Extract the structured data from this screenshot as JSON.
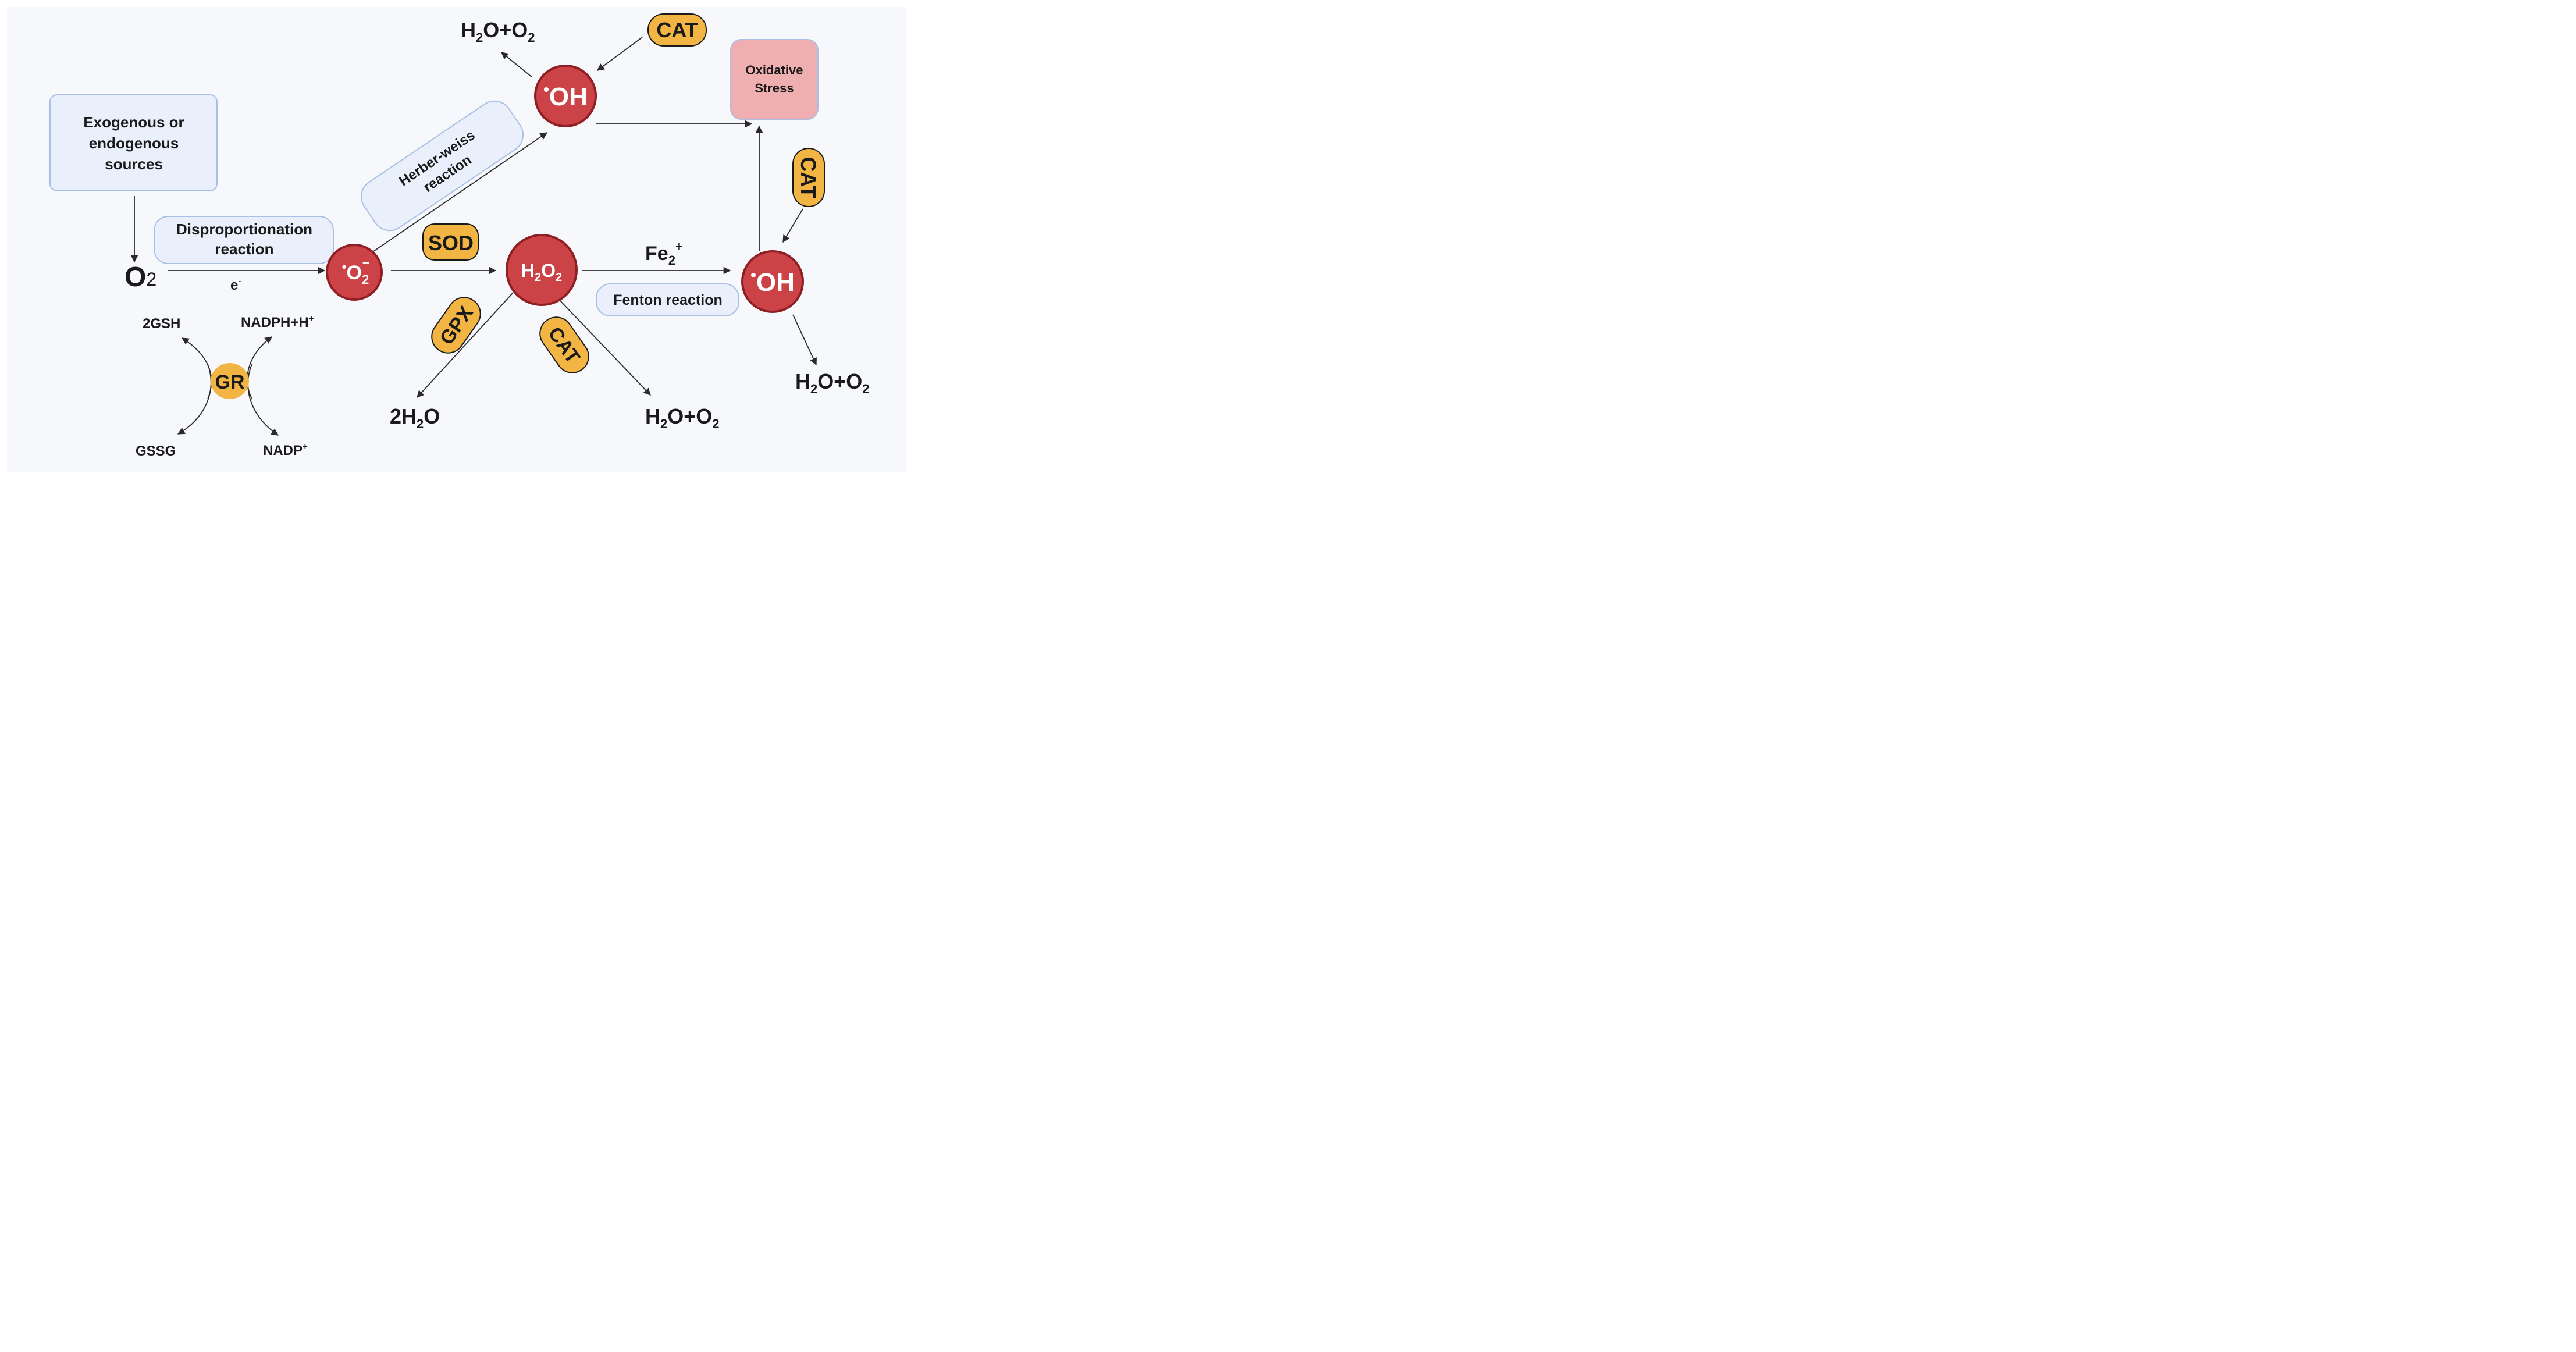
{
  "colors": {
    "background": "#ffffff",
    "panel": "#f6f8fc",
    "radical_node": "#cc4347",
    "radical_node_border": "#8e2024",
    "enzyme_pill": "#f2b544",
    "enzyme_pill_border": "#1a1a1a",
    "info_box_fill": "#e9f0fb",
    "info_box_border": "#a9bfe6",
    "stress_box_fill": "#efaeb0",
    "stress_box_border": "#a9bfe6",
    "arrow": "#2b2b2b"
  },
  "sources_box": {
    "lines": [
      "Exogenous or",
      "endogenous",
      "sources"
    ]
  },
  "stress_box": {
    "lines": [
      "Oxidative",
      "Stress"
    ]
  },
  "disproportionation_box": {
    "lines": [
      "Disproportionation",
      "reaction"
    ]
  },
  "herber_weiss_box": {
    "lines": [
      "Herber-weiss",
      "reaction"
    ]
  },
  "fenton_box": {
    "label": "Fenton reaction"
  },
  "species": {
    "oxygen": {
      "base": "O",
      "sub": "2"
    },
    "superoxide": {
      "base": "O",
      "sub": "2",
      "sup": "−",
      "dot": "•"
    },
    "peroxide": {
      "h": "H",
      "h_sub": "2",
      "o": "O",
      "o_sub": "2"
    },
    "hydroxyl_top": {
      "dot": "•",
      "text": "OH"
    },
    "hydroxyl_right": {
      "dot": "•",
      "text": "OH"
    }
  },
  "enzymes": {
    "cat_top": "CAT",
    "cat_right": "CAT",
    "cat_center": "CAT",
    "sod": "SOD",
    "gpx": "GPX",
    "gr": "GR"
  },
  "products": {
    "top": {
      "h": "H",
      "h_sub": "2",
      "mid": "O+O",
      "o_sub": "2"
    },
    "right": {
      "h": "H",
      "h_sub": "2",
      "mid": "O+O",
      "o_sub": "2"
    },
    "center": {
      "h": "H",
      "h_sub": "2",
      "mid": "O+O",
      "o_sub": "2"
    },
    "water": {
      "pre": "2H",
      "sub": "2",
      "post": "O"
    }
  },
  "electron": {
    "base": "e",
    "sup": "-"
  },
  "iron": {
    "base": "Fe",
    "sub": "2",
    "sup": "+"
  },
  "glutathione": {
    "gsh": "2GSH",
    "gssg": "GSSG",
    "nadph": {
      "base": "NADPH+H",
      "sup": "+"
    },
    "nadp": {
      "base": "NADP",
      "sup": "+"
    }
  }
}
